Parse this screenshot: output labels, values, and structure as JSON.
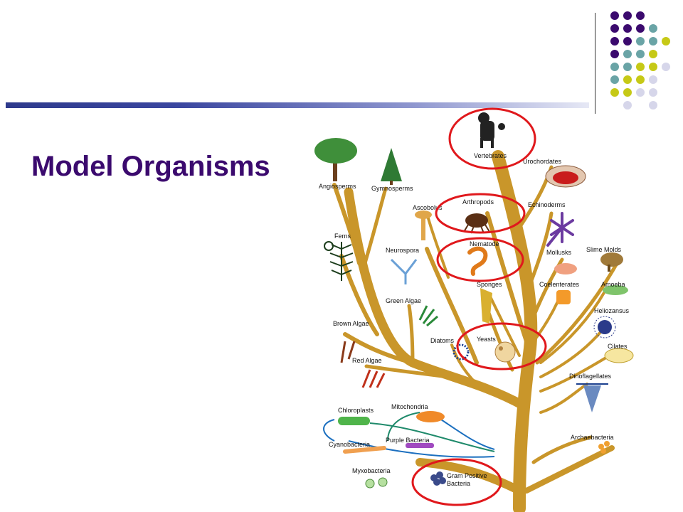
{
  "slide": {
    "title": "Model Organisms",
    "accent_purple": "#3b0a6e",
    "accent_teal": "#6aa4a6",
    "accent_olive": "#c6c916",
    "accent_lavender": "#d6d6ea",
    "trunk_color": "#d4a83a",
    "highlight_color": "#e0181c"
  },
  "tree": {
    "labels": {
      "vertebrates": "Vertebrates",
      "urochordates": "Urochordates",
      "angiosperms": "Angiosperms",
      "gymnosperms": "Gymnosperms",
      "ascobolus": "Ascobolus",
      "arthropods": "Arthropods",
      "echinoderms": "Echinoderms",
      "ferns": "Ferns",
      "neurospora": "Neurospora",
      "nematode": "Nematode",
      "mollusks": "Mollusks",
      "slime_molds": "Slime Molds",
      "sponges": "Sponges",
      "coelenterates": "Coelenterates",
      "amoeba": "Amoeba",
      "green_algae": "Green Algae",
      "heliozansus": "Heliozansus",
      "brown_algae": "Brown Algae",
      "yeasts": "Yeasts",
      "diatoms": "Diatoms",
      "cilates": "Cilates",
      "red_algae": "Red Algae",
      "dinoflagellates": "Dinoflagellates",
      "chloroplasts": "Chloroplasts",
      "mitochondria": "Mitochondria",
      "cyanobacteria": "Cyanobacteria",
      "purple_bacteria": "Purple Bacteria",
      "archaebacteria": "Archaebacteria",
      "myxobacteria": "Myxobacteria",
      "gram_positive_1": "Gram Positive",
      "gram_positive_2": "Bacteria"
    }
  }
}
